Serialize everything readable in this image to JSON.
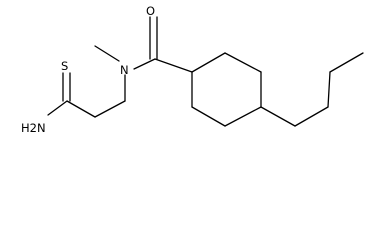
{
  "diagram": {
    "type": "skeletal-structure",
    "atom_labels": {
      "oxygen": "O",
      "nitrogen": "N",
      "sulfur": "S",
      "amine": "H2N"
    },
    "colors": {
      "bond": "#000000",
      "label": "#000000",
      "background": "#ffffff"
    }
  }
}
